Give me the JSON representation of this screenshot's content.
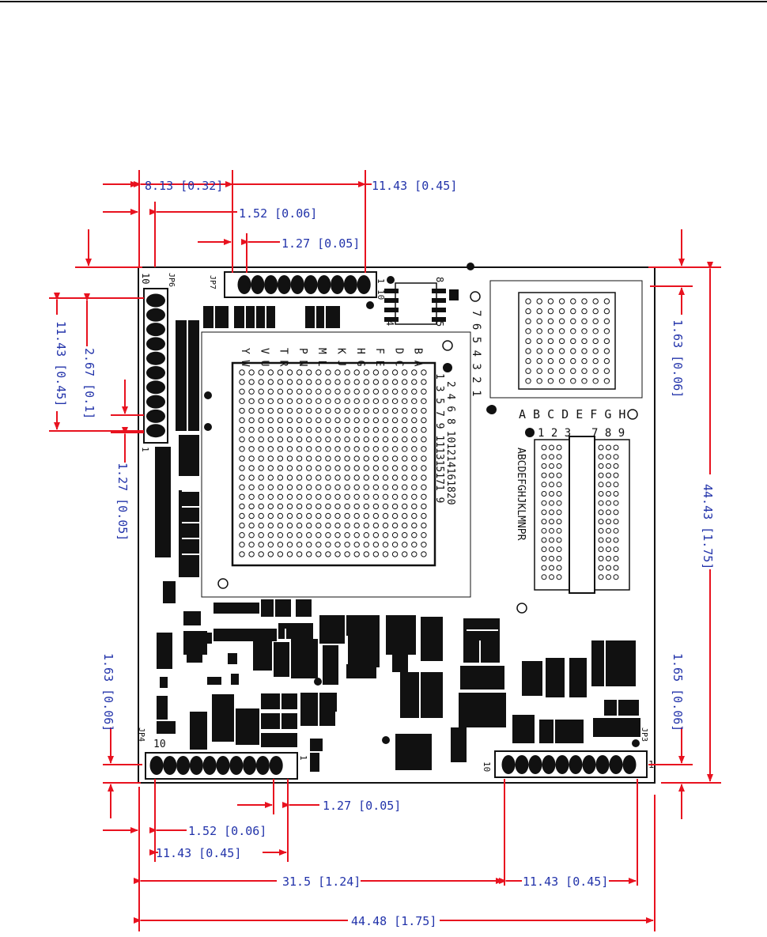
{
  "colors": {
    "dimension_line": "#e8121f",
    "dimension_text": "#2233aa",
    "board_outline": "#111111",
    "component": "#111111"
  },
  "dimensions": {
    "top_8_13": "8.13  [0.32]",
    "top_11_43": "11.43  [0.45]",
    "top_1_52": "1.52  [0.06]",
    "top_1_27": "1.27  [0.05]",
    "left_11_43": "11.43  [0.45]",
    "left_2_67": "2.67  [0.1]",
    "left_1_27": "1.27  [0.05]",
    "left_1_63": "1.63  [0.06]",
    "right_1_63": "1.63  [0.06]",
    "right_44_43": "44.43  [1.75]",
    "right_1_65": "1.65  [0.06]",
    "bottom_1_27": "1.27  [0.05]",
    "bottom_1_52": "1.52  [0.06]",
    "bottom_11_43_left": "11.43  [0.45]",
    "bottom_31_5": "31.5  [1.24]",
    "bottom_11_43_right": "11.43  [0.45]",
    "bottom_44_48": "44.48  [1.75]"
  },
  "silkscreen": {
    "jp6": "JP6",
    "jp7": "JP7",
    "jp4": "JP4",
    "jp3": "JP3",
    "jp6_pin10": "10",
    "jp6_pin1": "1",
    "jp7_pin1": "1",
    "jp7_pin10": "10",
    "jp4_pin10": "10",
    "jp4_pin1": "1",
    "jp3_pin10": "10",
    "jp3_pin1": "1",
    "ic_pin8": "8",
    "ic_pin5": "5",
    "ic_pin4": "4",
    "bga_rows_1": "Y W",
    "bga_rows_2": "V U",
    "bga_rows_3": "T R",
    "bga_rows_4": "P N",
    "bga_rows_5": "M L",
    "bga_rows_6": "K J",
    "bga_rows_7": "H G",
    "bga_rows_8": "F E",
    "bga_rows_9": "D C",
    "bga_rows_10": "B A",
    "bga_cols_even": "2 4 6 8 101214161820",
    "bga_cols_odd": "1 3 5 7 9 111315171 9",
    "small_bga_rows": "7 6 5 4 3 2 1",
    "small_bga_cols": "A B C D E F G H",
    "conn_cols_a": "1 2 3",
    "conn_cols_b": "7 8 9",
    "conn_rows": "ABCDEFGHJKLMNPR"
  }
}
